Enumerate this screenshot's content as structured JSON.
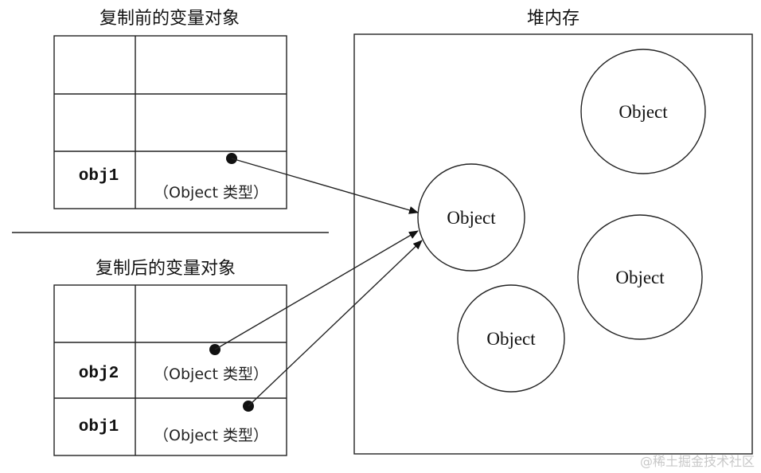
{
  "before": {
    "title": "复制前的变量对象",
    "rows": [
      {
        "name": "",
        "value": ""
      },
      {
        "name": "",
        "value": ""
      },
      {
        "name": "obj1",
        "value": "（Object 类型）"
      }
    ]
  },
  "after": {
    "title": "复制后的变量对象",
    "rows": [
      {
        "name": "",
        "value": ""
      },
      {
        "name": "obj2",
        "value": "（Object 类型）"
      },
      {
        "name": "obj1",
        "value": "（Object 类型）"
      }
    ]
  },
  "heap": {
    "title": "堆内存",
    "objects": [
      "Object",
      "Object",
      "Object",
      "Object"
    ]
  },
  "watermark": "@稀土掘金技术社区"
}
